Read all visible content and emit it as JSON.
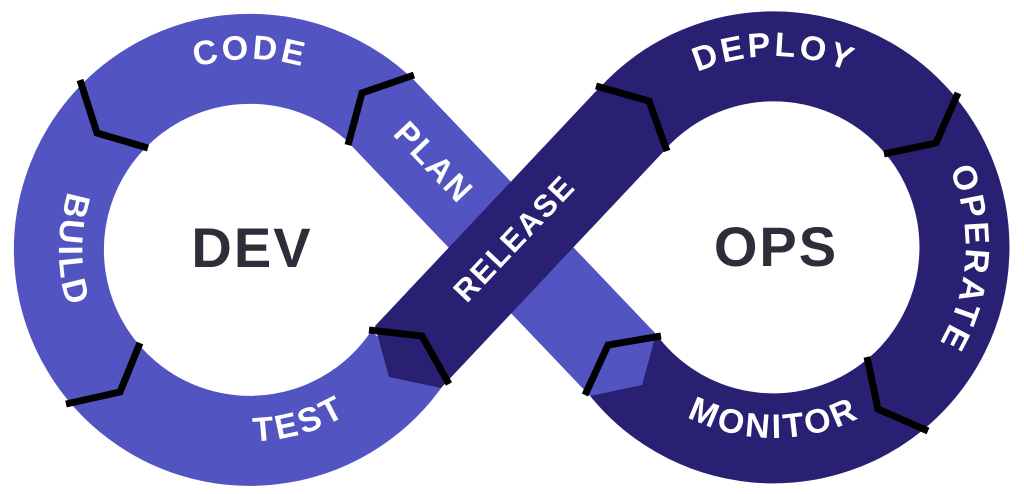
{
  "diagram": {
    "name": "devops-infinity-loop",
    "center_labels": {
      "dev": "DEV",
      "ops": "OPS"
    },
    "labels": {
      "plan": "PLAN",
      "code": "CODE",
      "build": "BUILD",
      "test": "TEST",
      "release": "RELEASE",
      "deploy": "DEPLOY",
      "operate": "OPERATE",
      "monitor": "MONITOR"
    },
    "stage_sequence": [
      "PLAN",
      "CODE",
      "BUILD",
      "TEST",
      "RELEASE",
      "DEPLOY",
      "OPERATE",
      "MONITOR"
    ],
    "colors": {
      "dev_loop": "#5254c2",
      "ops_loop": "#2a2073",
      "center_text": "#2e2d3a",
      "stage_text": "#ffffff",
      "gap": "#000000",
      "background": "#ffffff"
    }
  }
}
